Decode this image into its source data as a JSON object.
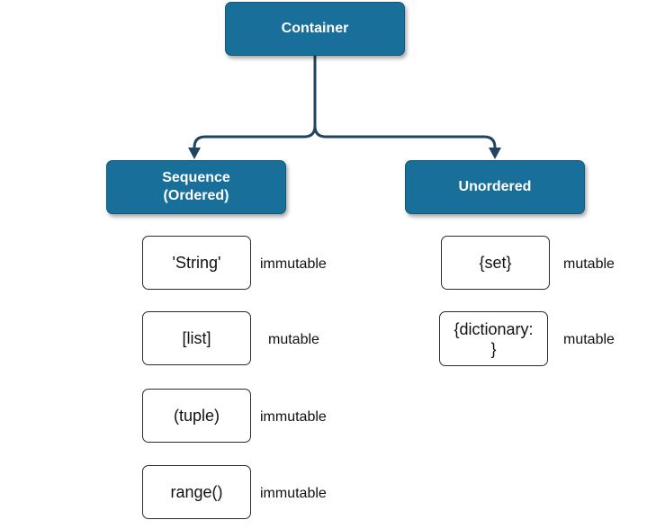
{
  "diagram": {
    "root": {
      "label": "Container"
    },
    "branches": {
      "ordered": {
        "label": "Sequence\n(Ordered)",
        "items": [
          {
            "label": "'String'",
            "mutability": "immutable"
          },
          {
            "label": "[list]",
            "mutability": "mutable"
          },
          {
            "label": "(tuple)",
            "mutability": "immutable"
          },
          {
            "label": "range()",
            "mutability": "immutable"
          }
        ]
      },
      "unordered": {
        "label": "Unordered",
        "items": [
          {
            "label": "{set}",
            "mutability": "mutable"
          },
          {
            "label": "{dictionary:\n}",
            "mutability": "mutable"
          }
        ]
      }
    },
    "colors": {
      "header_fill": "#186f9a",
      "connector": "#1f4560",
      "item_border": "#2b2b2b"
    }
  }
}
